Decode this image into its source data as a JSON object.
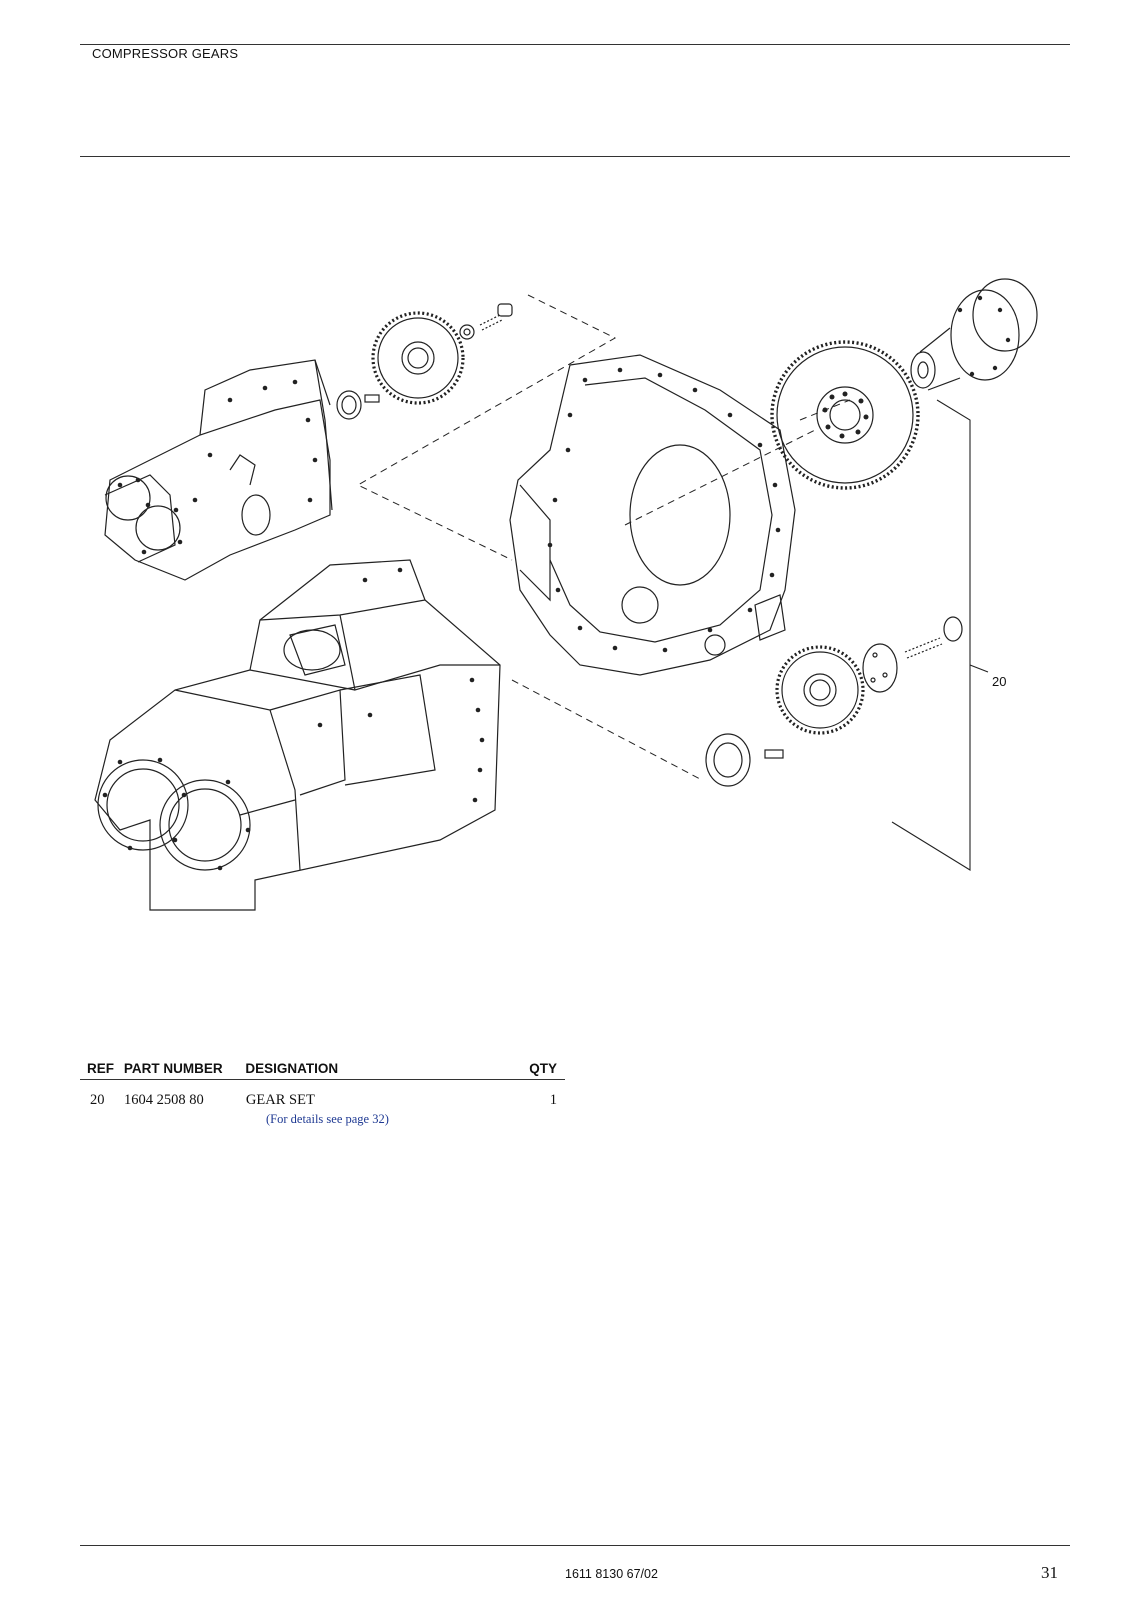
{
  "header": {
    "section_title": "COMPRESSOR GEARS"
  },
  "drawing": {
    "callout_label": "20"
  },
  "parts_table": {
    "columns": [
      "REF",
      "PART NUMBER",
      "DESIGNATION",
      "QTY"
    ],
    "rows": [
      {
        "ref": "20",
        "part_number": "1604 2508 80",
        "designation": "GEAR SET",
        "qty": "1",
        "note": "(For details see page 32)"
      }
    ]
  },
  "footer": {
    "document_number": "1611 8130 67/02",
    "page_number": "31"
  }
}
